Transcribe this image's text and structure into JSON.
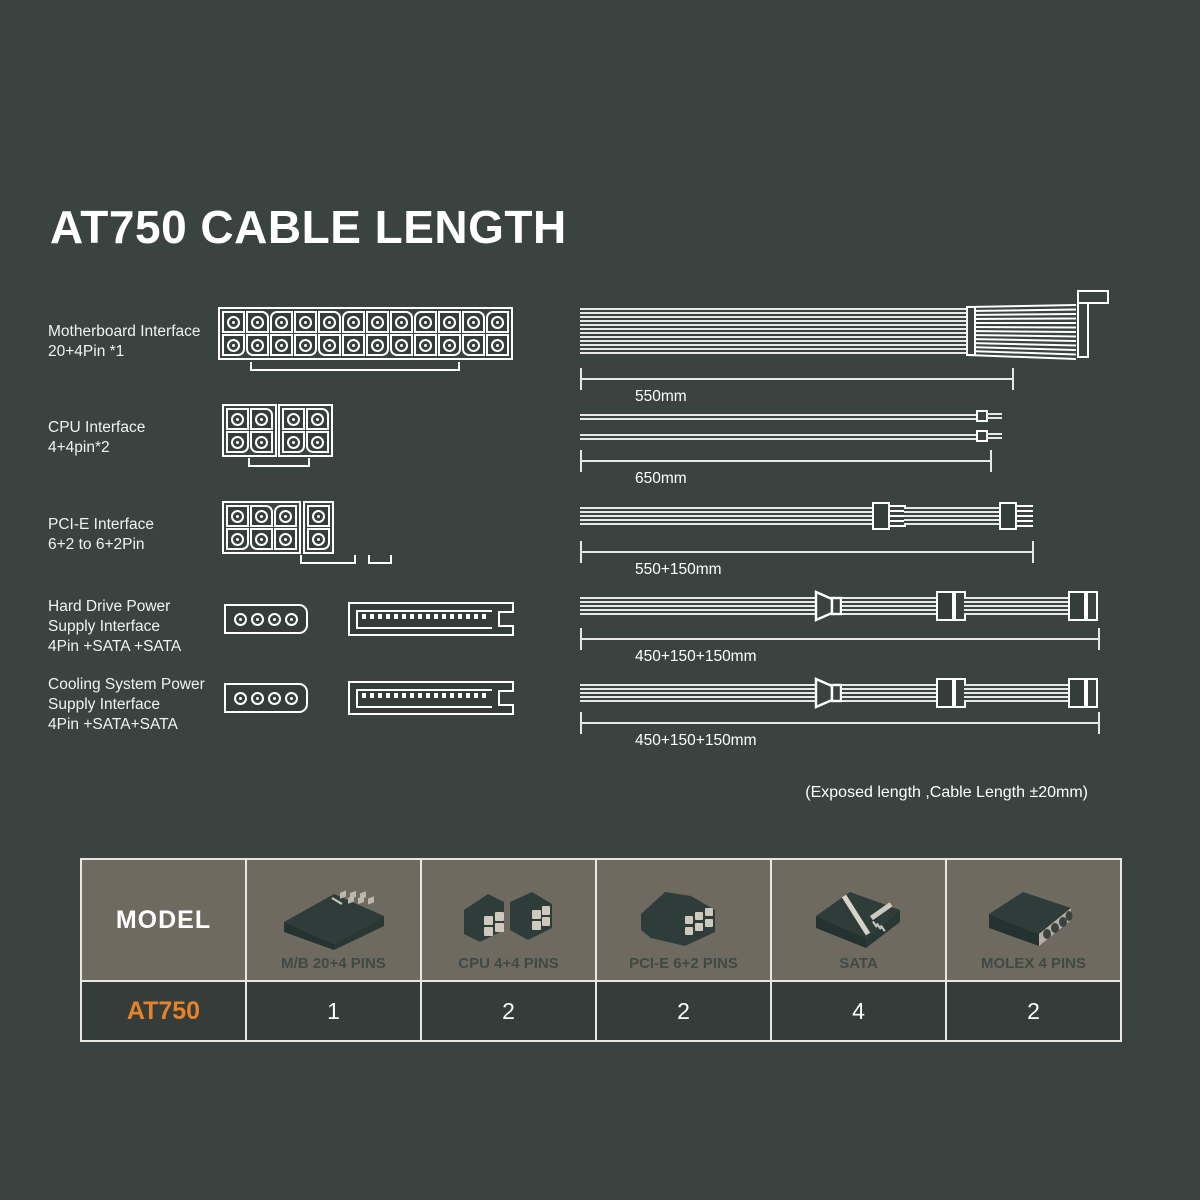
{
  "title": "AT750 CABLE LENGTH",
  "note": "(Exposed length ,Cable Length ±20mm)",
  "colors": {
    "background": "#3a4340",
    "line": "#e8e8e6",
    "table_header_bg": "#6f6a60",
    "table_body_bg": "#343d39",
    "model_accent": "#e8822a",
    "icon_fill": "#2f3d3a"
  },
  "rows": [
    {
      "label": "Motherboard Interface\n20+4Pin *1",
      "connector": "motherboard-20-4-pin-connector",
      "length": "550mm"
    },
    {
      "label": "CPU Interface\n4+4pin*2",
      "connector": "cpu-4-4-pin-connector",
      "length": "650mm"
    },
    {
      "label": "PCI-E Interface\n6+2 to 6+2Pin",
      "connector": "pcie-6-2-pin-connector",
      "length": "550+150mm"
    },
    {
      "label": "Hard Drive Power\nSupply Interface\n4Pin +SATA +SATA",
      "connector": "molex-and-sata-connector",
      "length": "450+150+150mm"
    },
    {
      "label": "Cooling System Power\nSupply Interface\n4Pin +SATA+SATA",
      "connector": "molex-and-sata-connector",
      "length": "450+150+150mm"
    }
  ],
  "table": {
    "model_header": "MODEL",
    "model_value": "AT750",
    "columns": [
      {
        "caption": "M/B 20+4 PINS",
        "icon": "mb-connector-icon",
        "count": "1"
      },
      {
        "caption": "CPU 4+4 PINS",
        "icon": "cpu-connector-icon",
        "count": "2"
      },
      {
        "caption": "PCI-E 6+2 PINS",
        "icon": "pcie-connector-icon",
        "count": "2"
      },
      {
        "caption": "SATA",
        "icon": "sata-connector-icon",
        "count": "4"
      },
      {
        "caption": "MOLEX 4 PINS",
        "icon": "molex-connector-icon",
        "count": "2"
      }
    ]
  }
}
